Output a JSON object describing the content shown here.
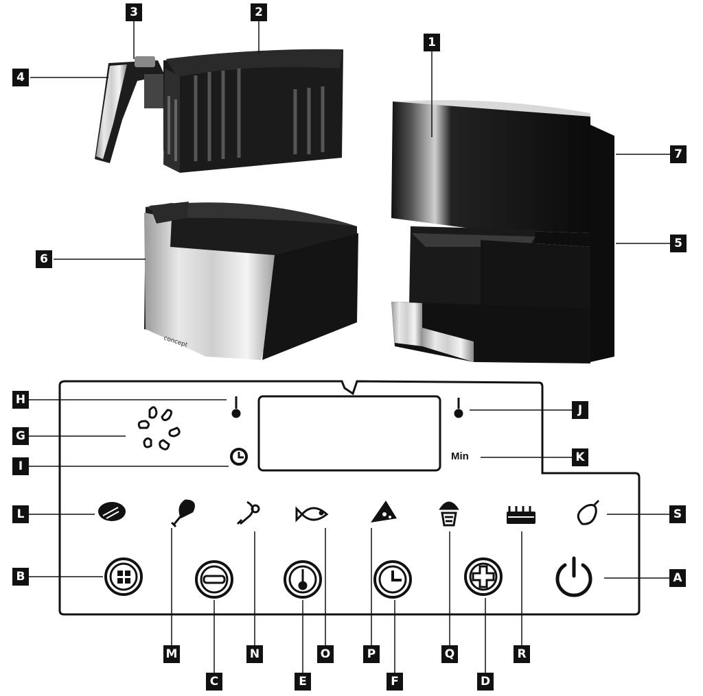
{
  "product_callouts": {
    "c1": "1",
    "c2": "2",
    "c3": "3",
    "c4": "4",
    "c5": "5",
    "c6": "6",
    "c7": "7"
  },
  "panel_callouts": {
    "A": "A",
    "B": "B",
    "C": "C",
    "D": "D",
    "E": "E",
    "F": "F",
    "G": "G",
    "H": "H",
    "I": "I",
    "J": "J",
    "K": "K",
    "L": "L",
    "M": "M",
    "N": "N",
    "O": "O",
    "P": "P",
    "Q": "Q",
    "R": "R",
    "S": "S"
  },
  "display": {
    "unit_label": "Min"
  },
  "icons": {
    "fan": "fan-icon",
    "temp_left": "thermometer-icon",
    "timer_left": "clock-icon",
    "temp_right": "thermometer-icon",
    "presets": [
      "steak-icon",
      "chicken-leg-icon",
      "shrimp-icon",
      "fish-icon",
      "pizza-icon",
      "cupcake-icon",
      "cake-icon",
      "eggplant-icon"
    ],
    "buttons": [
      "menu-icon",
      "minus-icon",
      "thermometer-icon",
      "clock-icon",
      "plus-icon",
      "power-icon"
    ]
  }
}
